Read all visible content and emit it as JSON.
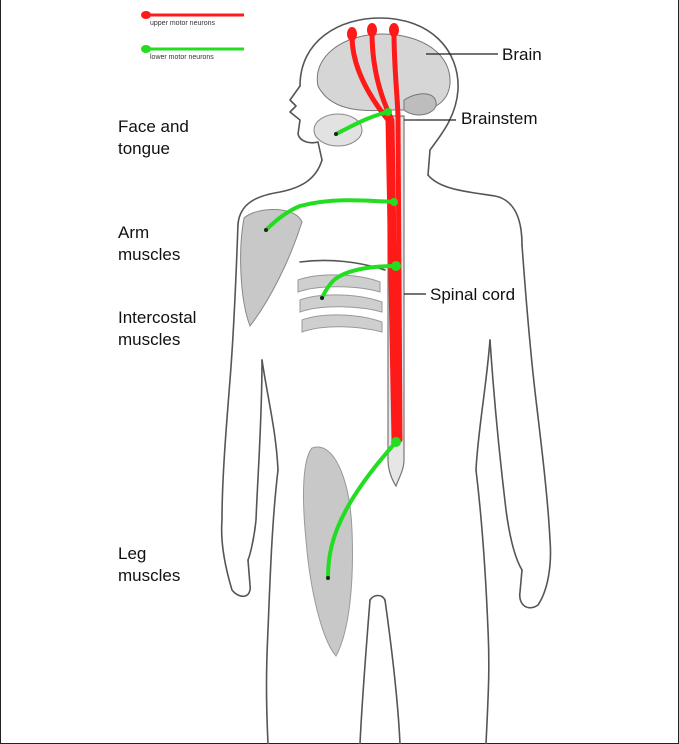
{
  "legend": [
    {
      "label": "upper motor neurons",
      "color": "#ff1a1a"
    },
    {
      "label": "lower motor neurons",
      "color": "#22dd22"
    }
  ],
  "labels": {
    "brain": "Brain",
    "brainstem": "Brainstem",
    "spinal_cord": "Spinal cord",
    "face_tongue": "Face and\ntongue",
    "arm": "Arm\nmuscles",
    "intercostal": "Intercostal\nmuscles",
    "leg": "Leg\nmuscles"
  },
  "colors": {
    "upper": "#ff1a1a",
    "lower": "#22dd22",
    "outline": "#555555",
    "brain_fill": "#d6d6d6",
    "muscle_fill": "#c8c8c8"
  }
}
